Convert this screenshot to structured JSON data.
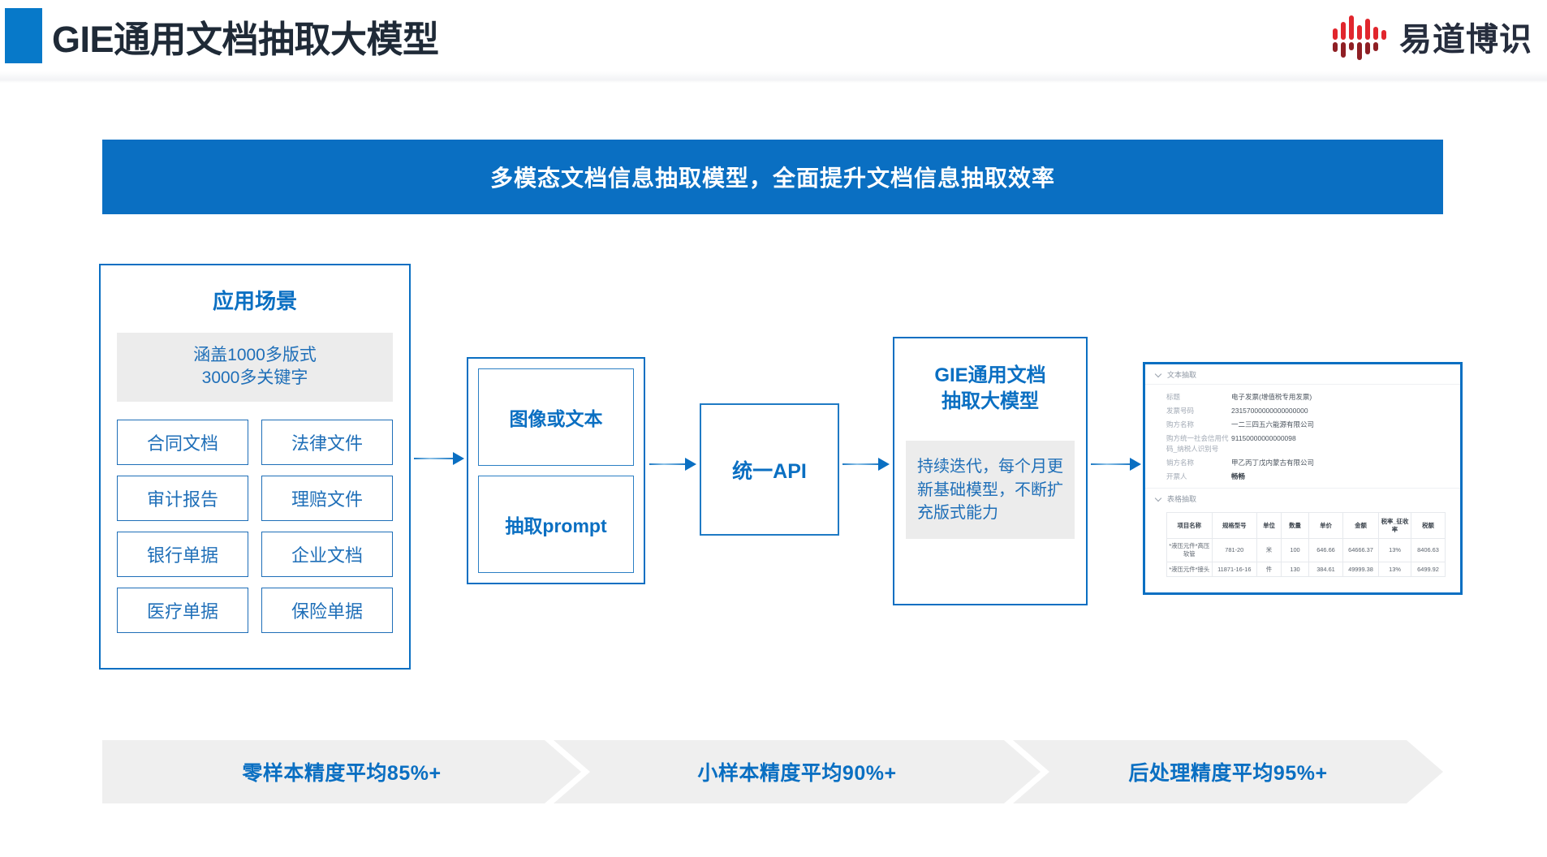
{
  "header": {
    "title": "GIE通用文档抽取大模型",
    "accent_color": "#0779c9",
    "logo_text": "易道博识"
  },
  "banner": {
    "text": "多模态文档信息抽取模型，全面提升文档信息抽取效率",
    "background": "#0a6fc2"
  },
  "scenario": {
    "title": "应用场景",
    "coverage_line1": "涵盖1000多版式",
    "coverage_line2": "3000多关键字",
    "items": [
      "合同文档",
      "法律文件",
      "审计报告",
      "理赔文件",
      "银行单据",
      "企业文档",
      "医疗单据",
      "保险单据"
    ]
  },
  "input_box": {
    "image_or_text": "图像或文本",
    "extract_prompt": "抽取prompt"
  },
  "api_box": {
    "label": "统一API"
  },
  "gie_box": {
    "title_line1": "GIE通用文档",
    "title_line2": "抽取大模型",
    "note": "持续迭代，每个月更新基础模型，不断扩充版式能力"
  },
  "result_panel": {
    "text_section": {
      "heading": "文本抽取",
      "fields": [
        {
          "key": "标题",
          "value": "电子发票(增值税专用发票)",
          "bold": false
        },
        {
          "key": "发票号码",
          "value": "23157000000000000000",
          "bold": false
        },
        {
          "key": "购方名称",
          "value": "一二三四五六能源有限公司",
          "bold": false
        },
        {
          "key": "购方统一社会信用代码_纳税人识别号",
          "value": "91150000000000098",
          "bold": false
        },
        {
          "key": "销方名称",
          "value": "甲乙丙丁戊内蒙古有限公司",
          "bold": false
        },
        {
          "key": "开票人",
          "value": "畅畅",
          "bold": true
        }
      ]
    },
    "table_section": {
      "heading": "表格抽取",
      "columns": [
        "项目名称",
        "规格型号",
        "单位",
        "数量",
        "单价",
        "金额",
        "税率_征收率",
        "税额"
      ],
      "rows": [
        [
          "*液压元件*高压软管",
          "781-20",
          "米",
          "100",
          "646.66",
          "64666.37",
          "13%",
          "8406.63"
        ],
        [
          "*液压元件*接头",
          "11871-16-16",
          "件",
          "130",
          "384.61",
          "49999.38",
          "13%",
          "6499.92"
        ]
      ]
    }
  },
  "chevrons": [
    {
      "label": "零样本精度平均85%+"
    },
    {
      "label": "小样本精度平均90%+"
    },
    {
      "label": "后处理精度平均95%+"
    }
  ],
  "colors": {
    "primary_blue": "#0a6fc2",
    "light_blue": "#1f6fb8",
    "gray_fill": "#ececec",
    "chevron_gray": "#efefef",
    "logo_red": "#e1262d",
    "logo_dark_red": "#8f1f24"
  }
}
